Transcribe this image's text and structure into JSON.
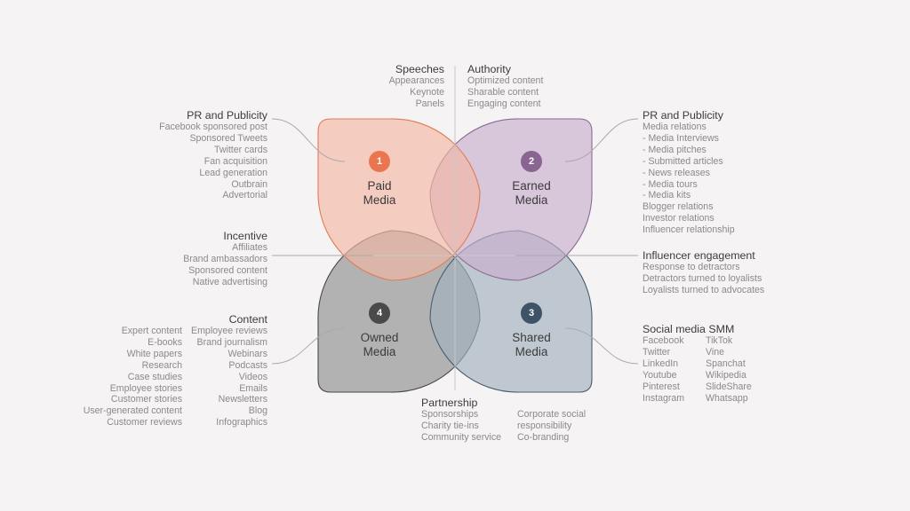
{
  "colors": {
    "paid": "#f3b7a5",
    "paid_stroke": "#e07b55",
    "paid_badge": "#ea7650",
    "earned": "#c7aecd",
    "earned_stroke": "#8b6a93",
    "earned_badge": "#8a6591",
    "shared": "#a1b0bd",
    "shared_stroke": "#485e72",
    "shared_badge": "#3e5367",
    "owned": "#9b9c9c",
    "owned_stroke": "#4a4a4a",
    "owned_badge": "#4a4a4a"
  },
  "quadrants": {
    "paid": {
      "num": "1",
      "line1": "Paid",
      "line2": "Media"
    },
    "earned": {
      "num": "2",
      "line1": "Earned",
      "line2": "Media"
    },
    "shared": {
      "num": "3",
      "line1": "Shared",
      "line2": "Media"
    },
    "owned": {
      "num": "4",
      "line1": "Owned",
      "line2": "Media"
    }
  },
  "speeches": {
    "title": "Speeches",
    "items": [
      "Appearances",
      "Keynote",
      "Panels"
    ]
  },
  "authority": {
    "title": "Authority",
    "items": [
      "Optimized content",
      "Sharable content",
      "Engaging content"
    ]
  },
  "pr_left": {
    "title": "PR and Publicity",
    "items": [
      "Facebook sponsored post",
      "Sponsored Tweets",
      "Twitter cards",
      "Fan acquisition",
      "Lead generation",
      "Outbrain",
      "Advertorial"
    ]
  },
  "pr_right": {
    "title": "PR and Publicity",
    "items": [
      "Media relations",
      "- Media Interviews",
      "- Media pitches",
      "- Submitted articles",
      "- News releases",
      "- Media tours",
      "- Media kits",
      "Blogger relations",
      "Investor relations",
      "Influencer relationship"
    ]
  },
  "incentive": {
    "title": "Incentive",
    "items": [
      "Affiliates",
      "Brand ambassadors",
      "Sponsored content",
      "Native advertising"
    ]
  },
  "influencer": {
    "title": "Influencer engagement",
    "items": [
      "Response to detractors",
      "Detractors turned to loyalists",
      "Loyalists turned to advocates"
    ]
  },
  "content": {
    "title": "Content",
    "col1": [
      "Expert content",
      "E-books",
      "White papers",
      "Research",
      "Case studies",
      "Employee stories",
      "Customer stories",
      "User-generated content",
      "Customer reviews"
    ],
    "col2": [
      "Employee reviews",
      "Brand journalism",
      "Webinars",
      "Podcasts",
      "Videos",
      "Emails",
      "Newsletters",
      "Blog",
      "Infographics"
    ]
  },
  "social": {
    "title": "Social media SMM",
    "col1": [
      "Facebook",
      "Twitter",
      "LinkedIn",
      "Youtube",
      "Pinterest",
      "Instagram"
    ],
    "col2": [
      "TikTok",
      "Vine",
      "Spanchat",
      "Wikipedia",
      "SlideShare",
      "Whatsapp"
    ]
  },
  "partnership": {
    "title": "Partnership",
    "col1": [
      "Sponsorships",
      "Charity tie-ins",
      "Community service"
    ],
    "col2": [
      "Corporate social",
      "responsibility",
      "Co-branding"
    ]
  }
}
